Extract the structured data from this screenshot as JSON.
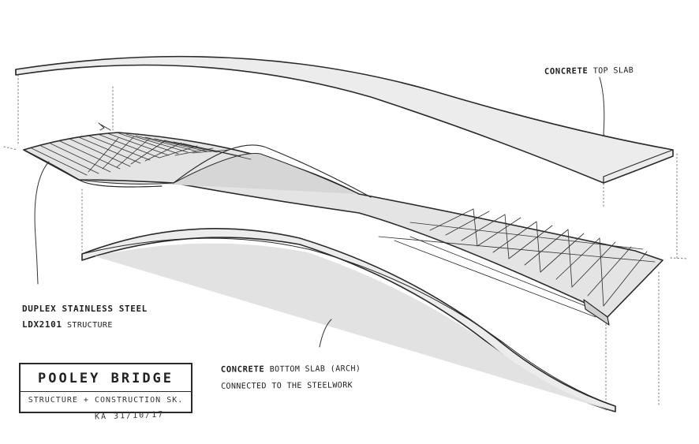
{
  "labels": {
    "top_slab": {
      "bold": "CONCRETE",
      "rest": " TOP SLAB"
    },
    "steel": {
      "line1": "DUPLEX STAINLESS STEEL",
      "line2_bold": "LDX2101",
      "line2_rest": " STRUCTURE"
    },
    "bottom_slab": {
      "bold": "CONCRETE",
      "rest1": " BOTTOM SLAB (ARCH)",
      "line2": "CONNECTED TO THE STEELWORK"
    }
  },
  "title_block": {
    "title": "POOLEY BRIDGE",
    "subtitle": "STRUCTURE + CONSTRUCTION SK."
  },
  "signature": "KA 31/10/17",
  "colors": {
    "ink": "#2a2a2a",
    "slab_fill": "#ebebeb",
    "steel_fill": "#dcdcdc",
    "paper": "#ffffff"
  }
}
